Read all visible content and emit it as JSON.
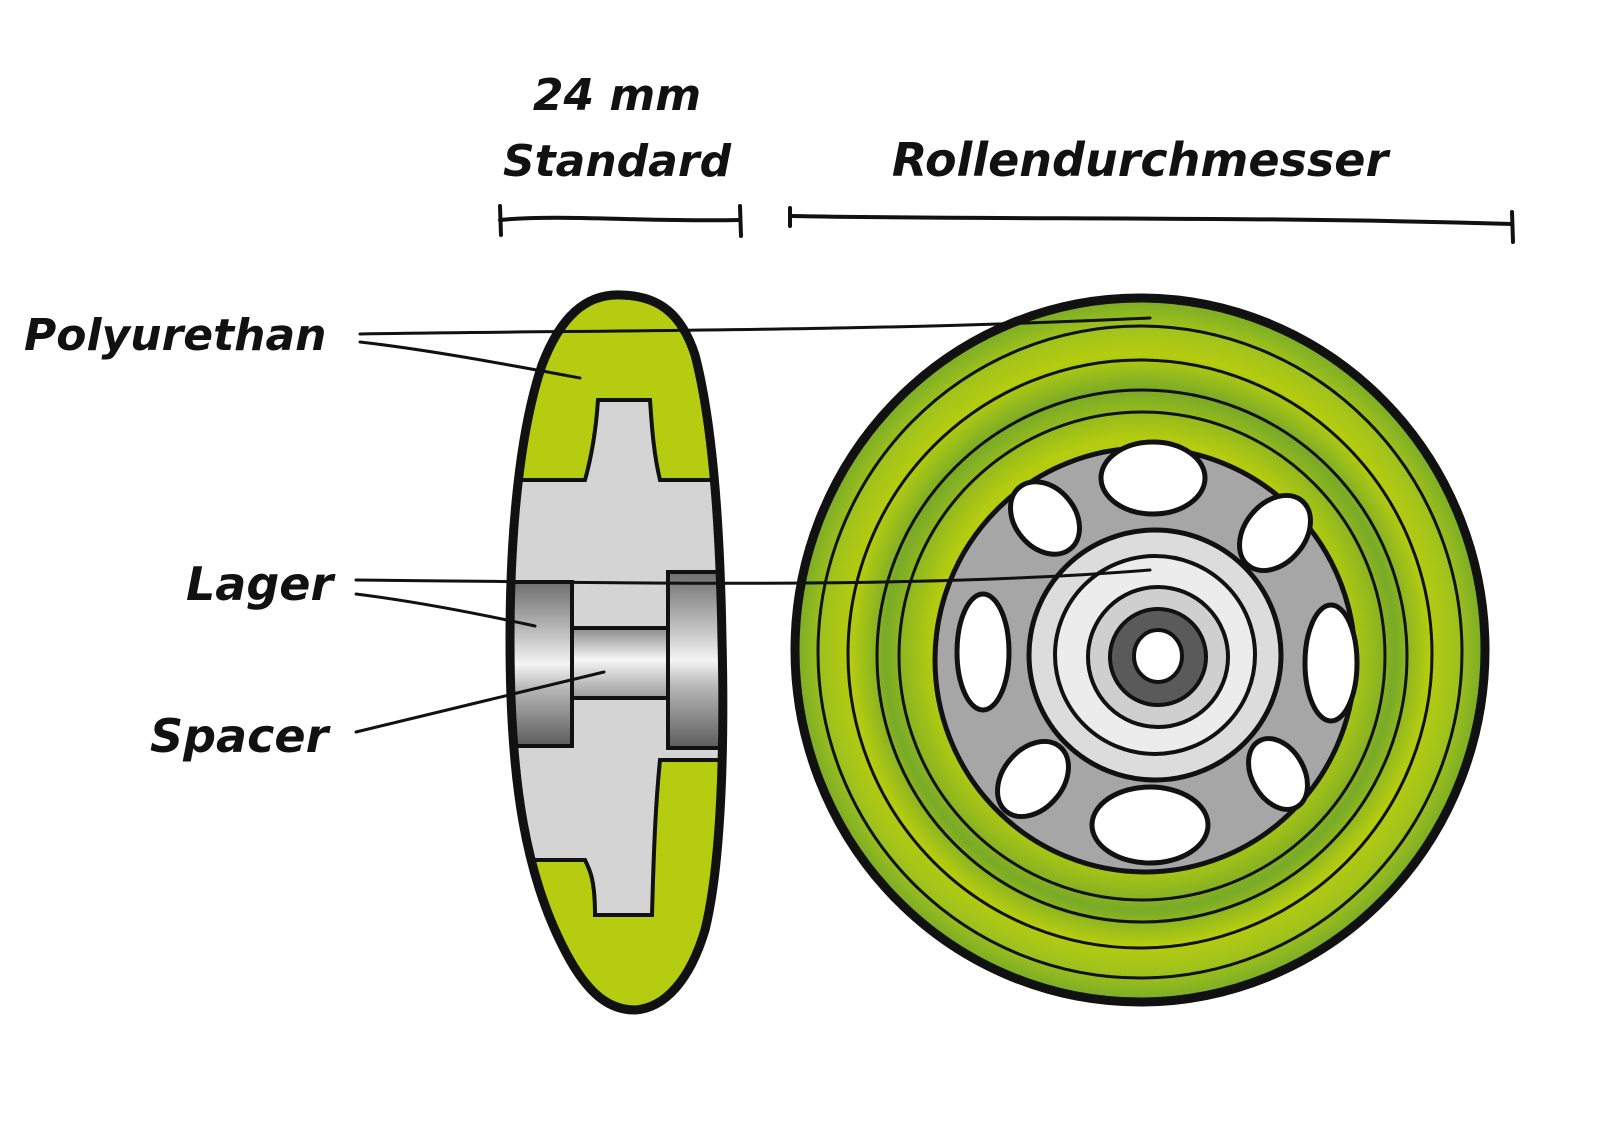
{
  "labels": {
    "width_value": "24 mm",
    "width_caption": "Standard",
    "diameter": "Rollendurchmesser",
    "polyurethane": "Polyurethan",
    "bearing": "Lager",
    "spacer": "Spacer"
  },
  "colors": {
    "outline": "#111111",
    "polyurethane_light": "#b5cc10",
    "polyurethane_dark": "#79ab27",
    "core_light": "#d4d4d4",
    "core_mid": "#a6a6a6",
    "bearing_dark": "#5a5a5a",
    "background": "#ffffff"
  }
}
